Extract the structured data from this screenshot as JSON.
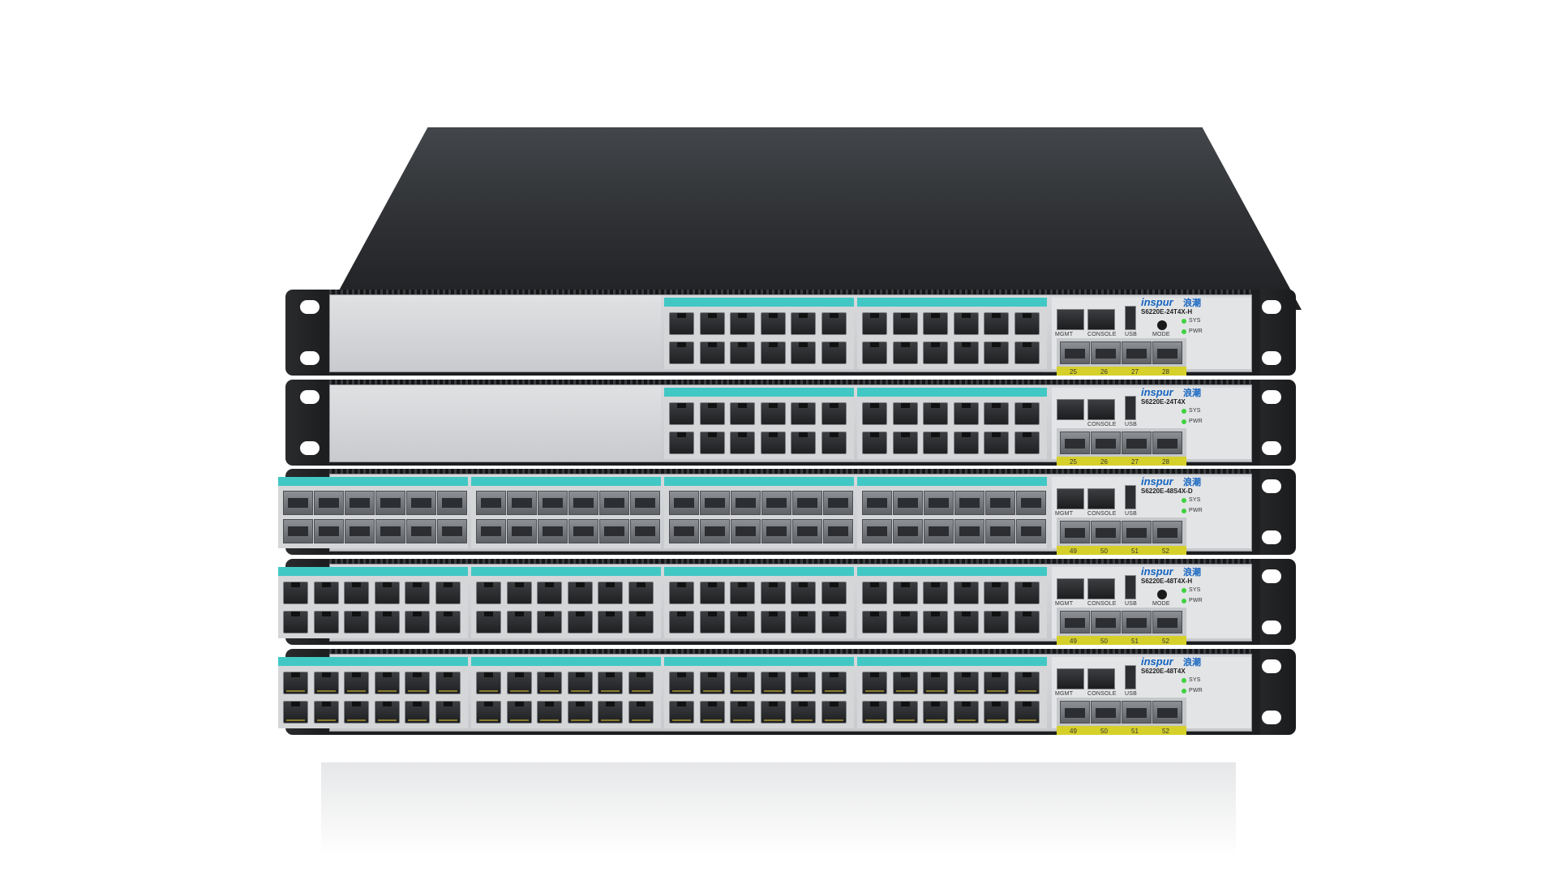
{
  "brand": {
    "name": "inspur",
    "chinese_name": "浪潮"
  },
  "labels": {
    "mgmt": "MGMT",
    "console": "CONSOLE",
    "usb": "USB",
    "sys": "SYS",
    "pwr": "PWR",
    "mode": "MODE"
  },
  "colors": {
    "teal_strip": "#41c8c4",
    "yellow_strip": "#d6d02a",
    "led_green": "#3fd23f",
    "brand_blue": "#1565c0",
    "chassis": "#1d1e20"
  },
  "units": [
    {
      "model": "S6220E-24T4X-H",
      "type": "rj45",
      "ports": 24,
      "groups": 2,
      "uplinks": [
        "25",
        "26",
        "27",
        "28"
      ],
      "has_mgmt": true,
      "has_mode": true
    },
    {
      "model": "S6220E-24T4X",
      "type": "rj45",
      "ports": 24,
      "groups": 2,
      "uplinks": [
        "25",
        "26",
        "27",
        "28"
      ],
      "has_mgmt": false,
      "has_mode": false
    },
    {
      "model": "S6220E-48S4X-D",
      "type": "sfp",
      "ports": 48,
      "groups": 4,
      "uplinks": [
        "49",
        "50",
        "51",
        "52"
      ],
      "has_mgmt": true,
      "has_mode": false
    },
    {
      "model": "S6220E-48T4X-H",
      "type": "rj45",
      "ports": 48,
      "groups": 4,
      "uplinks": [
        "49",
        "50",
        "51",
        "52"
      ],
      "has_mgmt": true,
      "has_mode": true
    },
    {
      "model": "S6220E-48T4X",
      "type": "rj45",
      "ports": 48,
      "groups": 4,
      "uplinks": [
        "49",
        "50",
        "51",
        "52"
      ],
      "has_mgmt": true,
      "has_mode": false
    }
  ]
}
